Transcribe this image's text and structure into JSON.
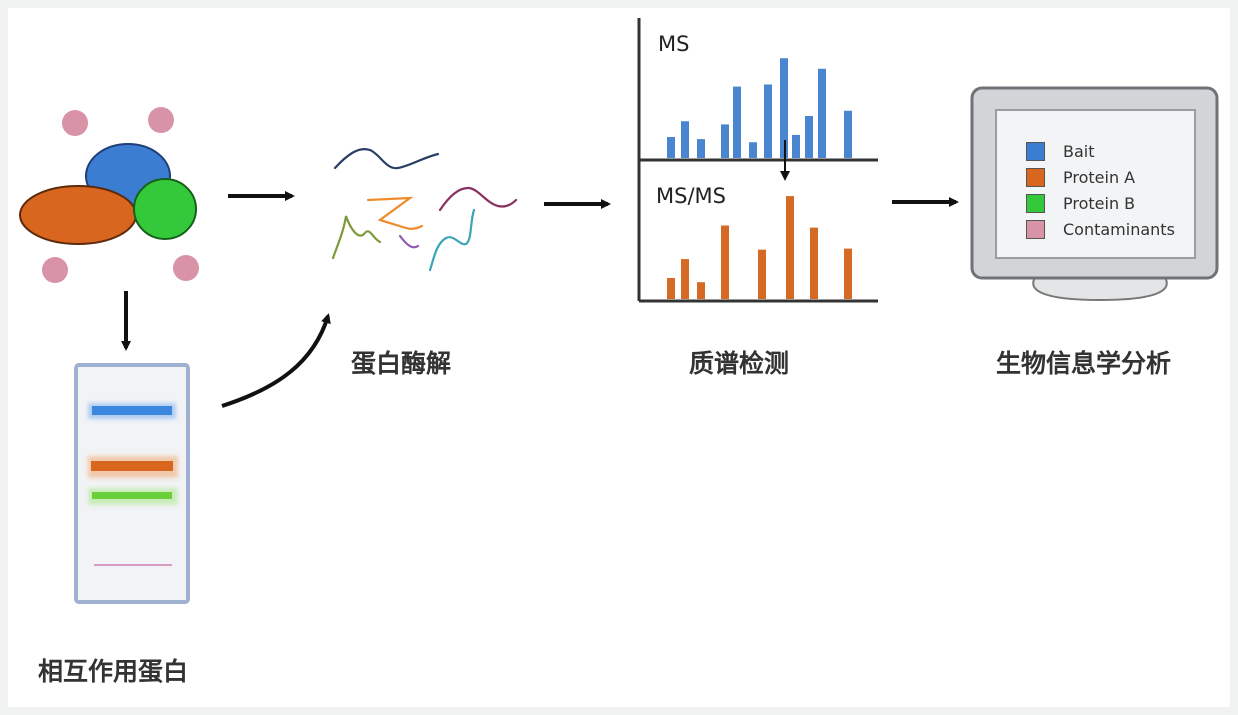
{
  "colors": {
    "bait": "#3b7dd1",
    "protein_a": "#d9661f",
    "protein_b": "#34c93a",
    "contaminants": "#d893a6",
    "ms_bar": "#4a86cf",
    "msms_bar": "#d56a24",
    "arrow": "#111111"
  },
  "steps": [
    {
      "label": "相互作用蛋白"
    },
    {
      "label": "蛋白酶解"
    },
    {
      "label": "质谱检测"
    },
    {
      "label": "生物信息学分析"
    }
  ],
  "spectra": {
    "ms_label": "MS",
    "msms_label": "MS/MS",
    "ms_values": [
      0.2,
      0.35,
      0.18,
      0.32,
      0.68,
      0.15,
      0.7,
      0.95,
      0.22,
      0.4,
      0.85,
      0.45
    ],
    "msms_values": [
      0.2,
      0.38,
      0.16,
      0.7,
      0.47,
      0.98,
      0.68,
      0.48
    ]
  },
  "legend": {
    "items": [
      {
        "label": "Bait",
        "color": "#3b7dd1"
      },
      {
        "label": "Protein A",
        "color": "#d9661f"
      },
      {
        "label": "Protein B",
        "color": "#34c93a"
      },
      {
        "label": "Contaminants",
        "color": "#d893a6"
      }
    ]
  }
}
